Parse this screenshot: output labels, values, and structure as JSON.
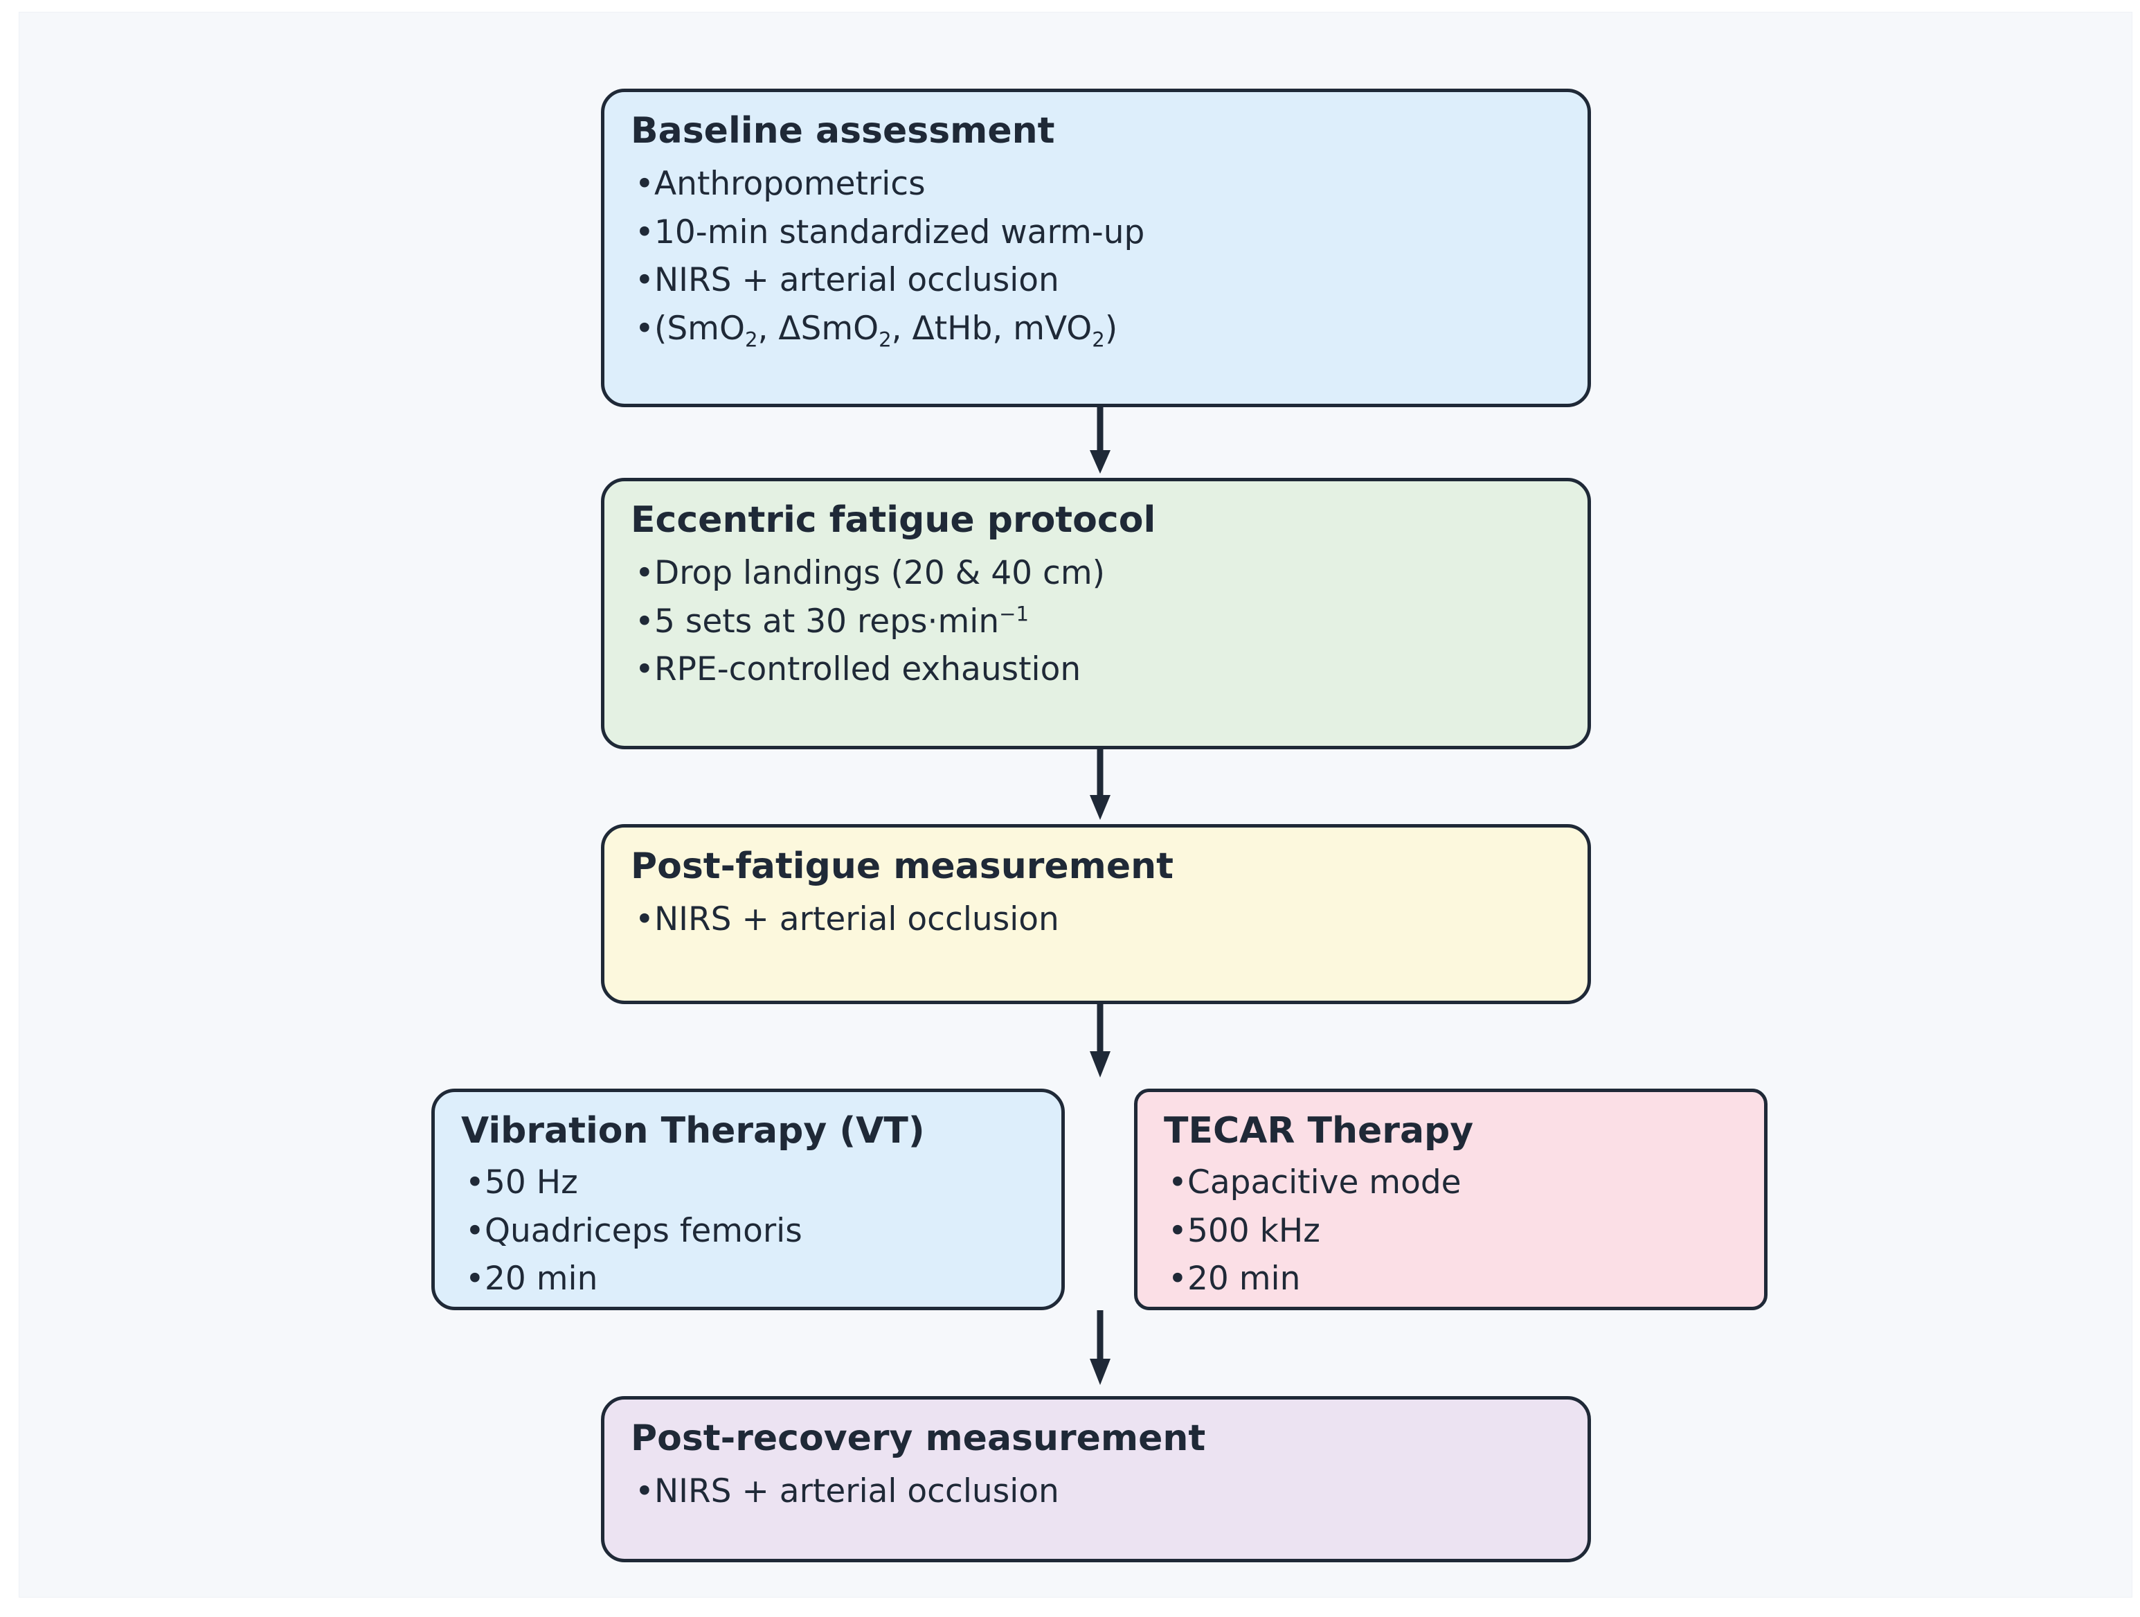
{
  "figure": {
    "type": "flowchart",
    "orientation": "vertical",
    "background_color": "#f6f8fb",
    "border_color": "#1f2937",
    "text_color": "#1f2937"
  },
  "nodes": [
    {
      "id": "baseline",
      "title": "Baseline assessment",
      "fill_color": "#ddeefb",
      "items": [
        "Anthropometrics",
        "10-min standardized warm-up",
        "NIRS + arterial occlusion",
        "(SmO2, ΔSmO2, ΔtHb, mVO2)"
      ]
    },
    {
      "id": "eccentric",
      "title": "Eccentric fatigue protocol",
      "fill_color": "#e4f1e3",
      "items": [
        "Drop landings (20 & 40 cm)",
        "5 sets at 30 reps·min-1",
        "RPE-controlled exhaustion"
      ]
    },
    {
      "id": "postfatigue",
      "title": "Post-fatigue measurement",
      "fill_color": "#fcf8dd",
      "items": [
        "NIRS + arterial occlusion"
      ]
    },
    {
      "id": "vt",
      "title": "Vibration Therapy (VT)",
      "fill_color": "#ddeefb",
      "items": [
        "50 Hz",
        "Quadriceps femoris",
        "20 min"
      ]
    },
    {
      "id": "tecar",
      "title": "TECAR Therapy",
      "fill_color": "#fbdfe6",
      "items": [
        "Capacitive mode",
        "500 kHz",
        "20 min"
      ]
    },
    {
      "id": "postrecovery",
      "title": "Post-recovery measurement",
      "fill_color": "#ece3f2",
      "items": [
        "NIRS + arterial occlusion"
      ]
    }
  ],
  "connectors": [
    {
      "id": "baseline-to-eccentric",
      "from": "baseline",
      "to": "eccentric",
      "style": "arrow-down"
    },
    {
      "id": "eccentric-to-postfatigue",
      "from": "eccentric",
      "to": "postfatigue",
      "style": "arrow-down"
    },
    {
      "id": "postfatigue-to-therapies",
      "from": "postfatigue",
      "to": "therapies",
      "style": "arrow-down"
    },
    {
      "id": "therapies-to-postrecovery",
      "from": "therapies",
      "to": "postrecovery",
      "style": "arrow-down"
    }
  ]
}
